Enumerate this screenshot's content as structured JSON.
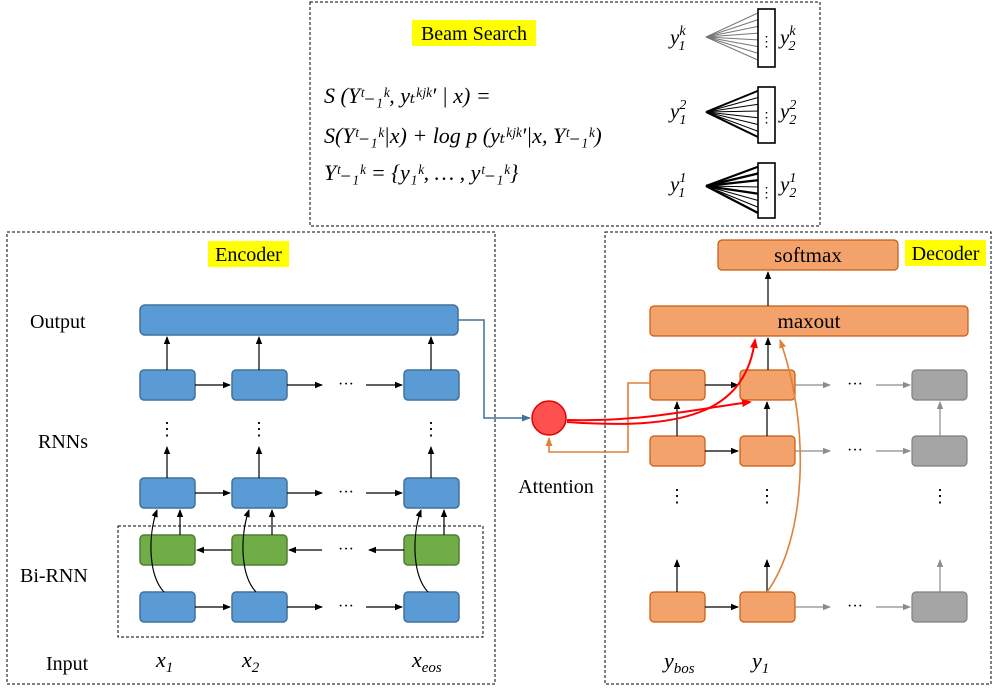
{
  "beam_search": {
    "title": "Beam Search",
    "formula_lines": [
      "S (Yᵗ₋₁ᵏ, yₜᵏʲᵏ′ | x) =",
      "S(Yᵗ₋₁ᵏ|x) + log p (yₜᵏʲᵏ′|x, Yᵗ₋₁ᵏ)",
      "Yᵗ₋₁ᵏ = {y₁ᵏ, … , yᵗ₋₁ᵏ}"
    ],
    "beams": [
      {
        "left": "y",
        "left_sup": "k",
        "left_sub": "1",
        "right": "y",
        "right_sup": "k",
        "right_sub": "2"
      },
      {
        "left": "y",
        "left_sup": "2",
        "left_sub": "1",
        "right": "y",
        "right_sup": "2",
        "right_sub": "2"
      },
      {
        "left": "y",
        "left_sup": "1",
        "left_sub": "1",
        "right": "y",
        "right_sup": "1",
        "right_sub": "2"
      }
    ],
    "dots": "⋮"
  },
  "encoder": {
    "title": "Encoder",
    "row_labels": {
      "output": "Output",
      "rnns": "RNNs",
      "birnn": "Bi-RNN",
      "input": "Input"
    },
    "inputs": [
      {
        "base": "x",
        "sub": "1"
      },
      {
        "base": "x",
        "sub": "2"
      },
      {
        "base": "x",
        "sub": "eos"
      }
    ],
    "ellipsis": "···",
    "vdots": "⋮",
    "colors": {
      "blue": "#5B9BD5",
      "blue_border": "#41719C",
      "green": "#70AD47",
      "green_border": "#507E32"
    }
  },
  "attention": {
    "label": "Attention",
    "color": "#FF5050"
  },
  "decoder": {
    "title": "Decoder",
    "softmax_label": "softmax",
    "maxout_label": "maxout",
    "inputs": [
      {
        "base": "y",
        "sub": "bos"
      },
      {
        "base": "y",
        "sub": "1"
      }
    ],
    "ellipsis": "···",
    "vdots": "⋮",
    "colors": {
      "orange": "#F4A26B",
      "orange_border": "#C55A11",
      "gray": "#A5A5A5",
      "gray_border": "#7F7F7F",
      "highlight": "#FFFF00"
    }
  }
}
